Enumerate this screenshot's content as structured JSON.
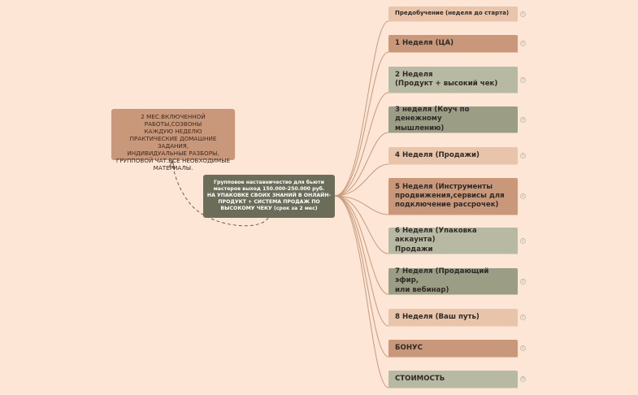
{
  "central_topic": {
    "text_lines": [
      "Групповое наставничество для бьюти",
      "мастеров  выход 150.000-250.000 руб.",
      "НА УПАКОВКЕ СВОИХ ЗНАНИЙ В ОНЛАЙН-",
      "ПРОДУКТ + СИСТЕМА ПРОДАЖ ПО",
      "ВЫСОКОМУ ЧЕКУ (срок за 2 мес)"
    ]
  },
  "note": {
    "text_lines": [
      "2 МЕС.ВКЛЮЧЕННОЙ РАБОТЫ,СОЗВОНЫ",
      "КАЖДУЮ НЕДЕЛЮ",
      "ПРАКТИЧЕСКИЕ ДОМАШНИЕ ЗАДАНИЯ,",
      "ИНДИВИДУАЛЬНЫЕ РАЗБОРЫ,",
      "ГРУППОВОЙ ЧАТ.ВСЕ НЕОБХОДИМЫЕ",
      "МАТЕРИАЛЫ."
    ]
  },
  "colors": {
    "background": "#fde6d6",
    "light_tan": "#e8c4aa",
    "terracotta": "#c9987a",
    "sage": "#b8b9a2",
    "olive": "#9c9d85",
    "dark_olive": "#6c6d58",
    "connector": "#c89a7c"
  },
  "branches": [
    {
      "lines": [
        "Предобучение (неделя до старта)"
      ],
      "color": "light_tan",
      "small": true,
      "marker": "1"
    },
    {
      "lines": [
        "1 Неделя (ЦА)"
      ],
      "color": "terracotta",
      "marker": "2"
    },
    {
      "lines": [
        "2 Неделя",
        "(Продукт + высокий чек)"
      ],
      "color": "sage",
      "marker": "3"
    },
    {
      "lines": [
        "3 неделя (Коуч по денежному",
        "мышлению)"
      ],
      "color": "olive",
      "marker": "3"
    },
    {
      "lines": [
        "4 Неделя (Продажи)"
      ],
      "color": "light_tan",
      "marker": "1"
    },
    {
      "lines": [
        "5 Неделя (Инструменты",
        "продвижения,сервисы для",
        "подключение рассрочек)"
      ],
      "color": "terracotta",
      "marker": "2"
    },
    {
      "lines": [
        "6 Неделя (Упаковка аккаунта)",
        "Продажи"
      ],
      "color": "sage",
      "marker": "2"
    },
    {
      "lines": [
        "7 Неделя (Продающий эфир,",
        "или вебинар)"
      ],
      "color": "olive",
      "marker": "2"
    },
    {
      "lines": [
        "8 Неделя (Ваш путь)"
      ],
      "color": "light_tan",
      "marker": "1"
    },
    {
      "lines": [
        "БОНУС"
      ],
      "color": "terracotta",
      "marker": "2"
    },
    {
      "lines": [
        "СТОИМОСТЬ"
      ],
      "color": "sage",
      "marker": "8"
    }
  ]
}
